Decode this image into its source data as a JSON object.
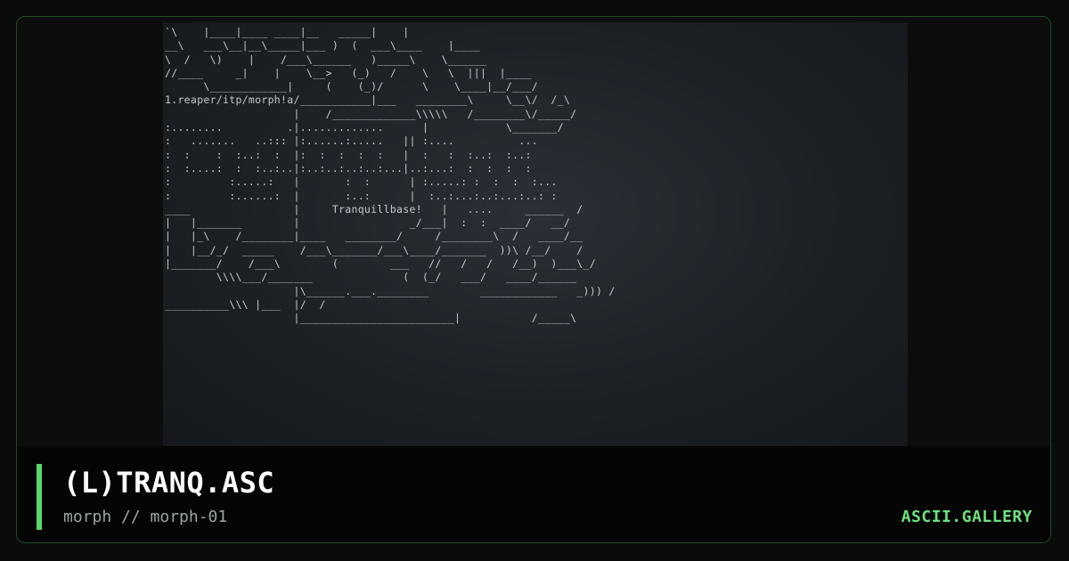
{
  "art": {
    "ascii": "`\\    |____|____ ____|__   _____|    |\n__\\   ___\\__|__\\_____|___ )  (  ___\\____    |____\n\\  /   \\)    |    /___\\______   )_____\\    \\______\n//____     _|    |    \\__>   (_)   /    \\   \\  |||  |____\n      \\____________|     (    (_)/      \\    \\____|__/___/\n1.reaper/itp/morph!a/___________|___   ________\\     \\__\\/  /_\\\n                    |    /_____________\\\\\\\\\\   /________\\/_____/\n:........          .|.............      |            \\_______/\n:   .......   ..::: |:......:.....   || :....          ...\n:  :    :  :..:  :  |:  :  :  :  :   |  :   :  :..:  :..:\n:  :....:  :  :..:..|:..:..:..:..:...|..:...:  :  :  :  :\n:         :.....:   |       :  :      | :.....: :  :  :  :...\n:         :......:  |       :..:      |  :..:...:..:...:..: :\n____                |     Tranquillbase!   |   ....     ______  /\n|   |_______        |                 _/___|  :  :  ____/   __/\n|   |_\\    /________|____   ________/     /________\\  /   ____/__\n|   |__/_/  _____    /___\\_______/___\\____/_______  ))\\ /__/    /\n|_______/    /___\\        (        ___   //   /   /   /__)  )___\\_/\n        \\\\\\\\___/_______              (  (_/   ___/   ____/______\n                    |\\______.___.________        ____________   _))) /\n__________\\\\\\ |___  |/  /\n                    |________________________|           /_____\\"
  },
  "footer": {
    "title": "(L)TRANQ.ASC",
    "subtitle": "morph // morph-01",
    "brand": "ASCII.GALLERY"
  },
  "colors": {
    "accent": "#56d86a",
    "brand": "#6be37d",
    "border": "#1f4d28"
  }
}
